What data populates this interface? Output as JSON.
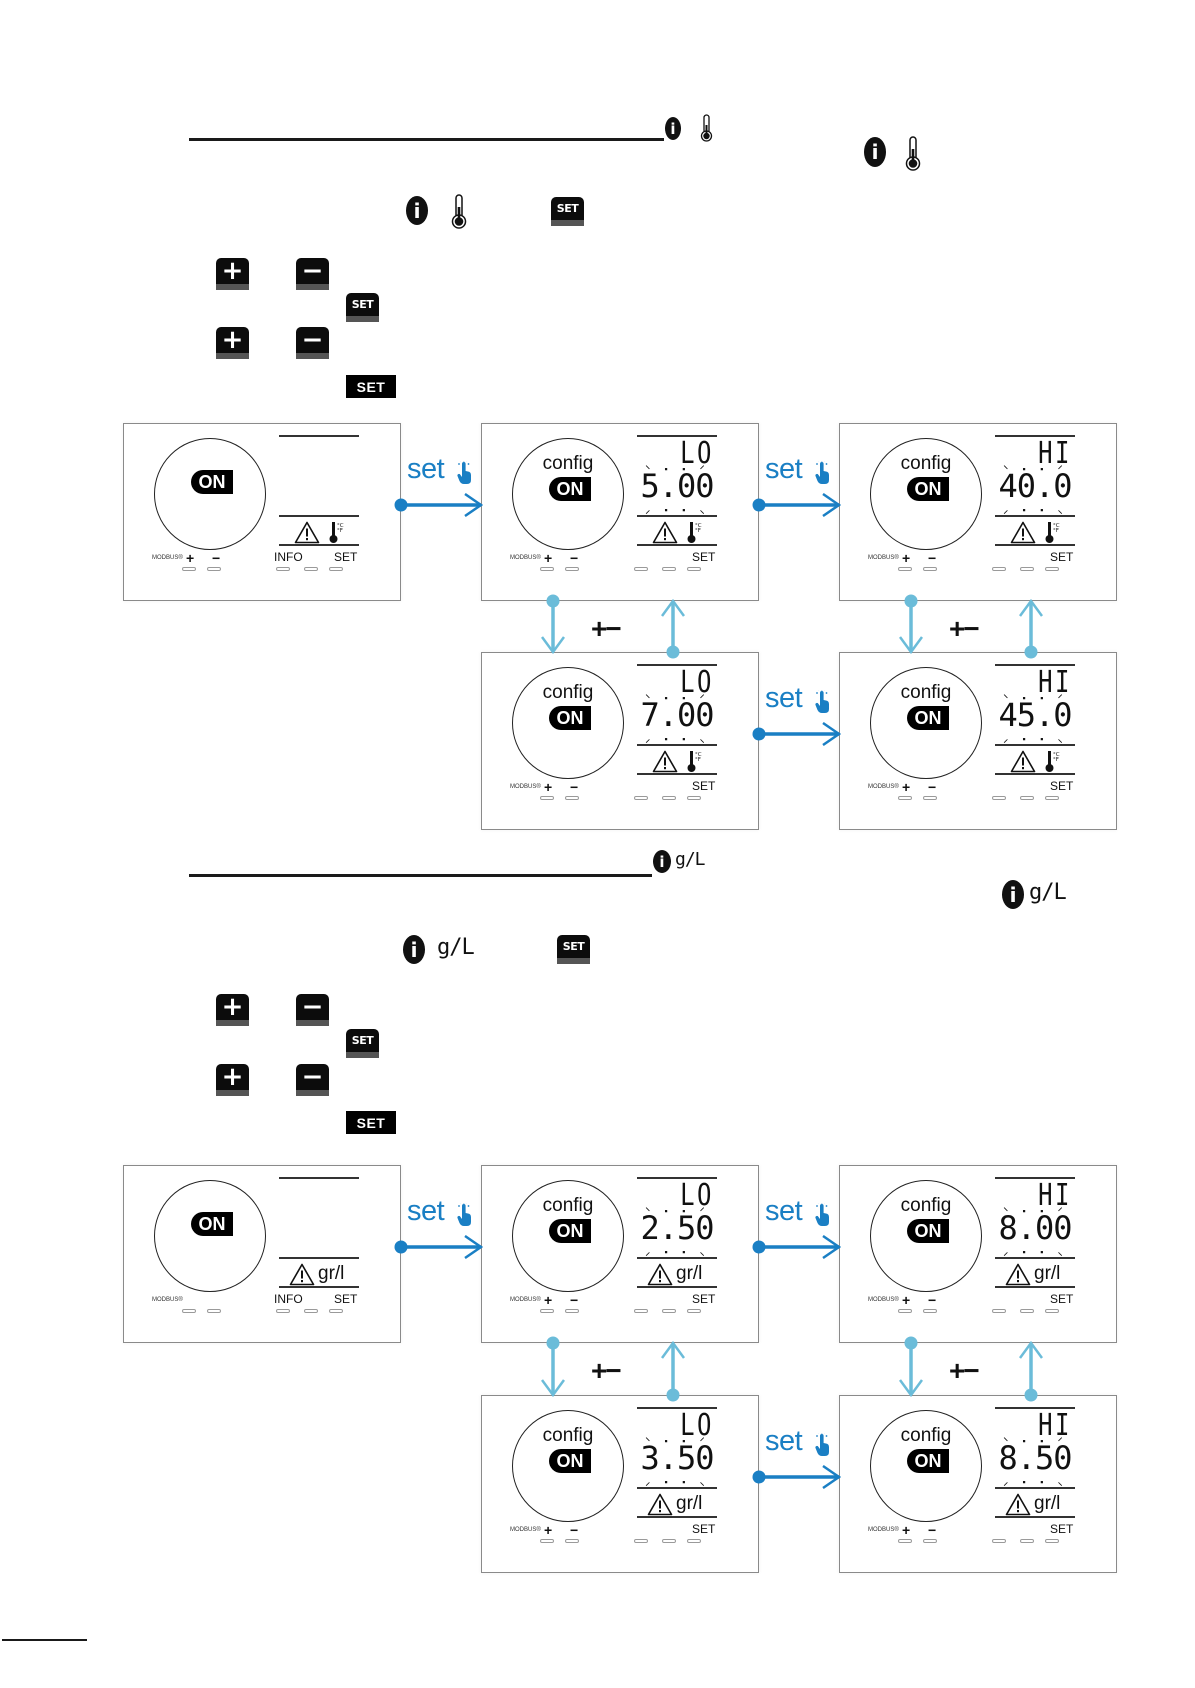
{
  "colors": {
    "flow_blue": "#1a7fc4",
    "adjust_blue": "#6bbcd9",
    "ink": "#111111"
  },
  "sections": [
    {
      "id": "temperature",
      "heading_icon": [
        "info-icon",
        "thermometer-icon"
      ],
      "side_icon": [
        "info-icon",
        "thermometer-icon"
      ],
      "step_icons": {
        "mode": [
          "info-icon",
          "thermometer-icon"
        ],
        "confirm": "SET"
      },
      "keys": {
        "plus": "+",
        "minus": "−",
        "set_small": "SET",
        "set_flat": "SET"
      },
      "unit": "temp",
      "panels": [
        {
          "role": "start",
          "config": false,
          "on": "ON",
          "label": "",
          "value": "",
          "show_info": true,
          "info": "INFO",
          "set": "SET",
          "modbus": "MODBUS®",
          "plus": "+",
          "minus": "−"
        },
        {
          "role": "lo",
          "config": true,
          "config_label": "config",
          "on": "ON",
          "label": "LO",
          "value": "5.00",
          "show_info": false,
          "set": "SET",
          "modbus": "MODBUS®",
          "plus": "+",
          "minus": "−"
        },
        {
          "role": "hi",
          "config": true,
          "config_label": "config",
          "on": "ON",
          "label": "HI",
          "value": "40.0",
          "show_info": false,
          "set": "SET",
          "modbus": "MODBUS®",
          "plus": "+",
          "minus": "−"
        },
        {
          "role": "lo-adjusted",
          "config": true,
          "config_label": "config",
          "on": "ON",
          "label": "LO",
          "value": "7.00",
          "show_info": false,
          "set": "SET",
          "modbus": "MODBUS®",
          "plus": "+",
          "minus": "−"
        },
        {
          "role": "hi-adjusted",
          "config": true,
          "config_label": "config",
          "on": "ON",
          "label": "HI",
          "value": "45.0",
          "show_info": false,
          "set": "SET",
          "modbus": "MODBUS®",
          "plus": "+",
          "minus": "−"
        }
      ],
      "flow_labels": {
        "set": "set",
        "adjust": "+−"
      }
    },
    {
      "id": "salinity",
      "heading_icon": [
        "info-icon",
        "g/L"
      ],
      "side_icon": [
        "info-icon",
        "g/L"
      ],
      "step_icons": {
        "mode": [
          "info-icon",
          "g/L"
        ],
        "confirm": "SET"
      },
      "keys": {
        "plus": "+",
        "minus": "−",
        "set_small": "SET",
        "set_flat": "SET"
      },
      "unit": "gr/l",
      "panels": [
        {
          "role": "start",
          "config": false,
          "on": "ON",
          "label": "",
          "value": "",
          "show_info": true,
          "info": "INFO",
          "set": "SET",
          "modbus": "MODBUS®",
          "plus": "",
          "minus": ""
        },
        {
          "role": "lo",
          "config": true,
          "config_label": "config",
          "on": "ON",
          "label": "LO",
          "value": "2.50",
          "show_info": false,
          "set": "SET",
          "modbus": "MODBUS®",
          "plus": "+",
          "minus": "−"
        },
        {
          "role": "hi",
          "config": true,
          "config_label": "config",
          "on": "ON",
          "label": "HI",
          "value": "8.00",
          "show_info": false,
          "set": "SET",
          "modbus": "MODBUS®",
          "plus": "+",
          "minus": "−"
        },
        {
          "role": "lo-adjusted",
          "config": true,
          "config_label": "config",
          "on": "ON",
          "label": "LO",
          "value": "3.50",
          "show_info": false,
          "set": "SET",
          "modbus": "MODBUS®",
          "plus": "+",
          "minus": "−"
        },
        {
          "role": "hi-adjusted",
          "config": true,
          "config_label": "config",
          "on": "ON",
          "label": "HI",
          "value": "8.50",
          "show_info": false,
          "set": "SET",
          "modbus": "MODBUS®",
          "plus": "+",
          "minus": "−"
        }
      ],
      "flow_labels": {
        "set": "set",
        "adjust": "+−"
      }
    }
  ],
  "gl_text": "g/L",
  "unit_gl_display": "gr/l"
}
